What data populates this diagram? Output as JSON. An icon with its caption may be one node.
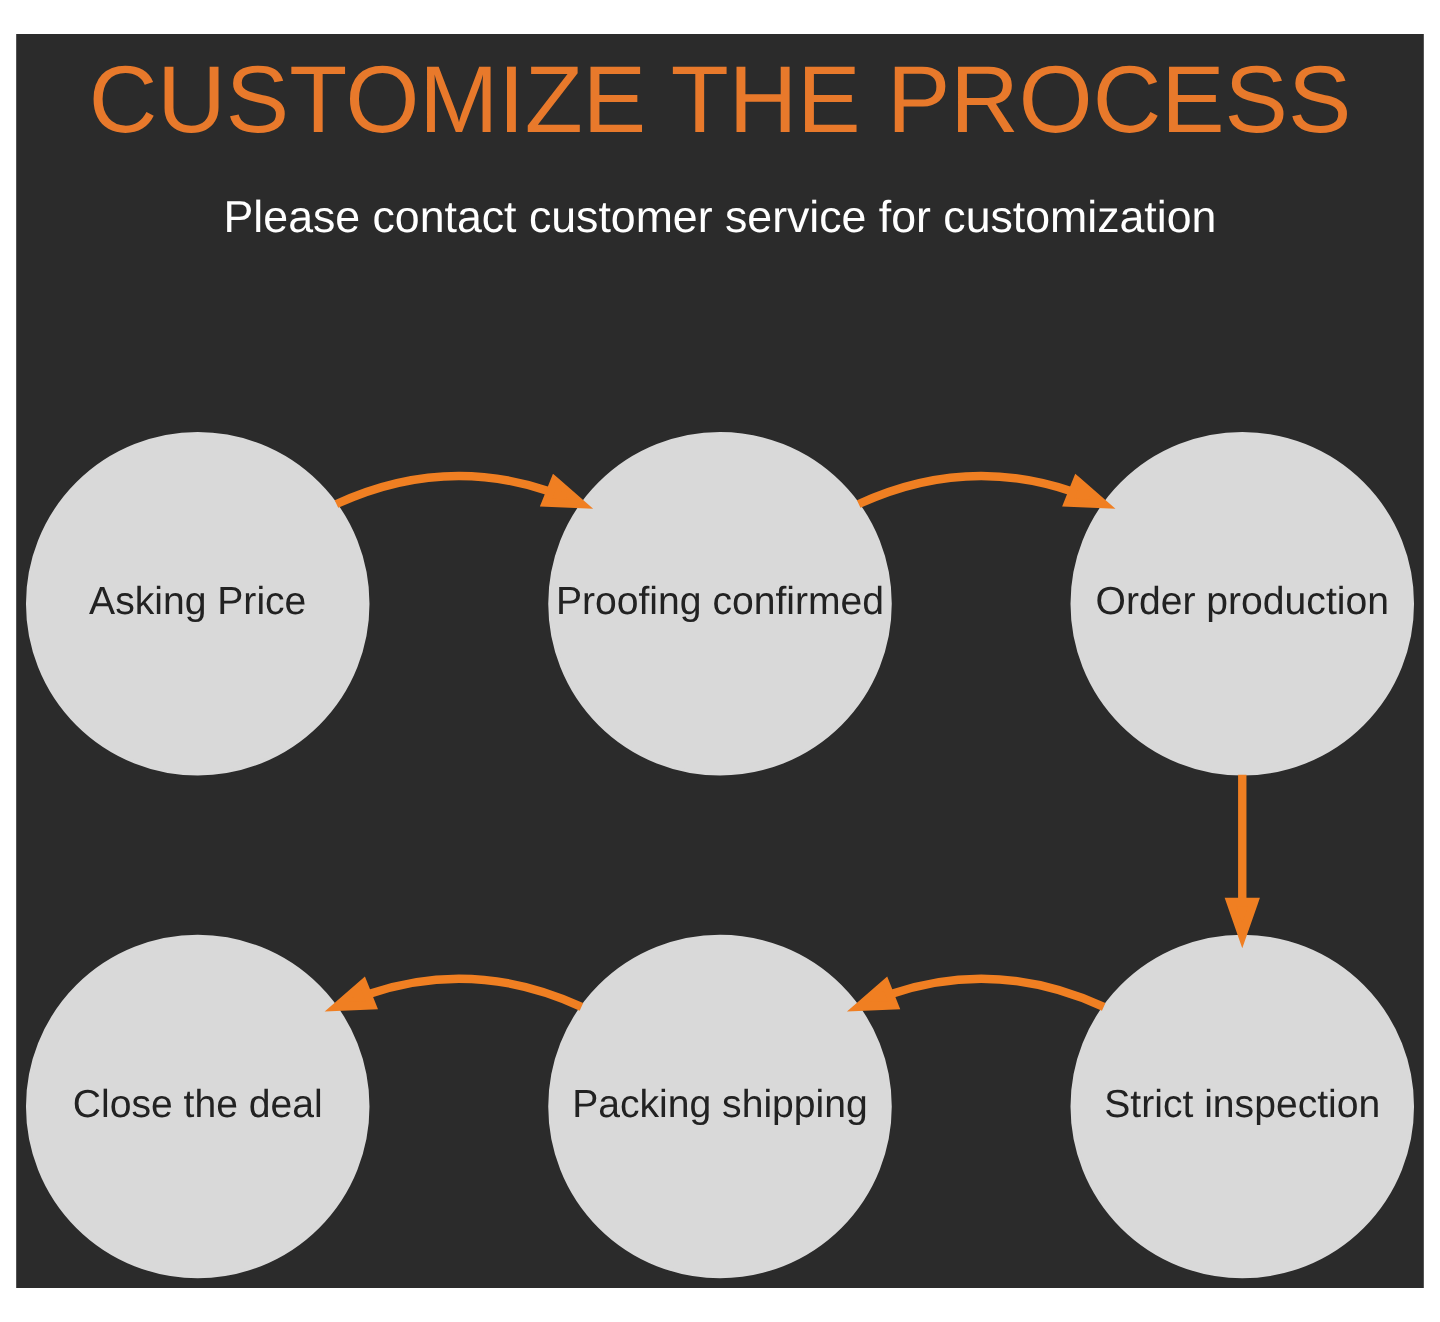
{
  "diagram": {
    "title": "CUSTOMIZE THE PROCESS",
    "nodes": [
      {
        "text": [
          "Asking Price"
        ]
      },
      {
        "text": [
          "Proofing confirmed"
        ]
      },
      {
        "text": [
          "Order production"
        ]
      },
      {
        "text": [
          "Close the deal"
        ]
      },
      {
        "text": [
          "Packing shipping"
        ]
      },
      {
        "text": [
          "Strict inspection"
        ]
      }
    ],
    "edges": [
      {
        "from": 0,
        "to": 1,
        "arrow": "to"
      },
      {
        "from": 1,
        "to": 2,
        "arrow": "to"
      },
      {
        "from": 2,
        "to": 5,
        "arrow": "to"
      },
      {
        "from": 5,
        "to": 4,
        "arrow": "to"
      },
      {
        "from": 4,
        "to": 3,
        "arrow": "to"
      }
    ],
    "labels": [
      "Please contact customer service for customization"
    ]
  }
}
